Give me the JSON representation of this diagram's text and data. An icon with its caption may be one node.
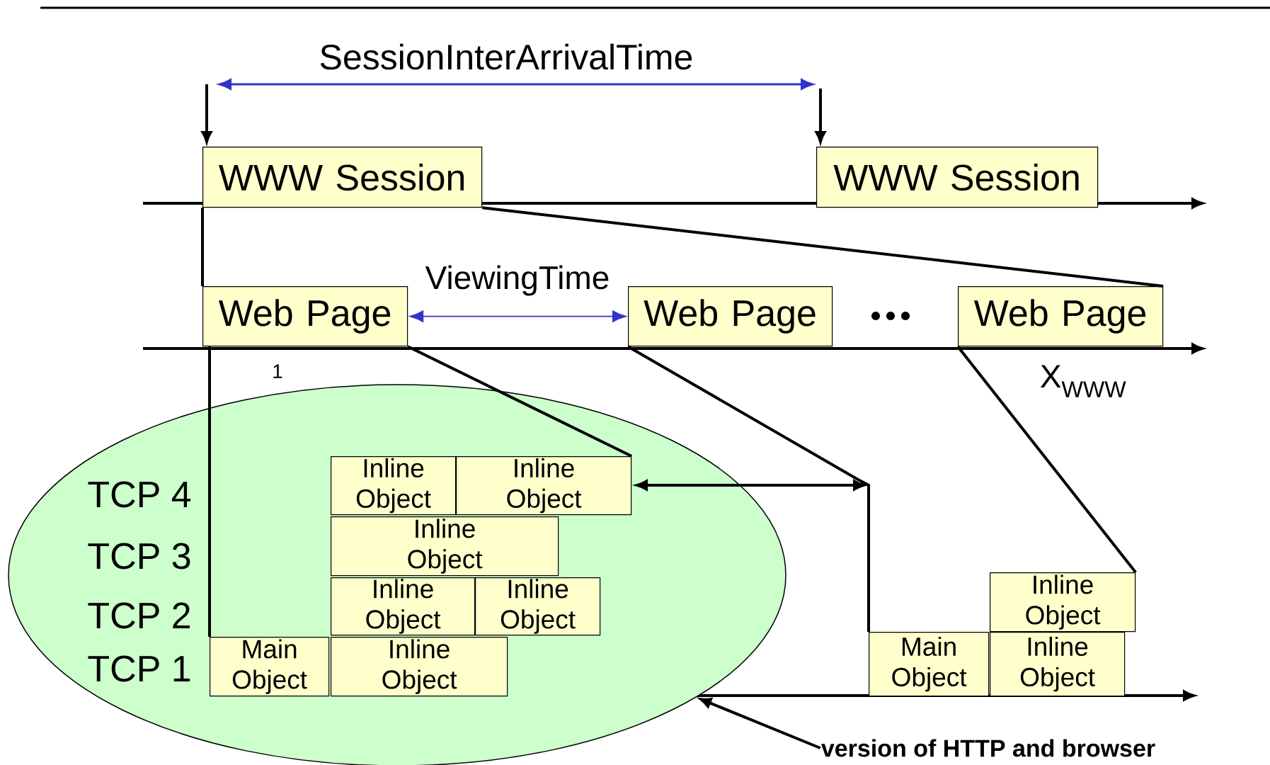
{
  "diagram": {
    "nodes": [
      {
        "text": [
          "WWW Session"
        ]
      },
      {
        "text": [
          "WWW Session"
        ]
      },
      {
        "text": [
          "Web Page"
        ],
        "beside": [
          "1"
        ]
      },
      {
        "text": [
          "Web Page"
        ]
      },
      {
        "text": [
          "Web Page"
        ]
      },
      {
        "text": [],
        "shape": "ellipse"
      },
      {
        "text": [
          "Inline Object"
        ],
        "in": 5
      },
      {
        "text": [
          "Inline Object"
        ],
        "in": 5
      },
      {
        "text": [
          "Inline Object"
        ],
        "in": 5
      },
      {
        "text": [
          "Inline Object"
        ],
        "in": 5
      },
      {
        "text": [
          "Inline Object"
        ],
        "in": 5
      },
      {
        "text": [
          "Main Object"
        ],
        "in": 5
      },
      {
        "text": [
          "Inline Object"
        ],
        "in": 5
      },
      {
        "text": [
          "Inline Object"
        ]
      },
      {
        "text": [
          "Main Object"
        ]
      },
      {
        "text": [
          "Inline Object"
        ]
      },
      {
        "text": [
          "version of HTTP and browser"
        ]
      }
    ],
    "edges": [
      {
        "from": null,
        "to": 0,
        "arrow": "to"
      },
      {
        "from": null,
        "to": 1,
        "arrow": "to"
      },
      {
        "from": 0,
        "to": 2,
        "arrow": "none"
      },
      {
        "from": 0,
        "to": 4,
        "arrow": "none"
      },
      {
        "from": 2,
        "to": 3,
        "arrow": "both",
        "label": "ViewingTime",
        "color": "#3333cc"
      },
      {
        "from": 2,
        "to": 11,
        "arrow": "none"
      },
      {
        "from": 2,
        "to": 7,
        "arrow": "none"
      },
      {
        "from": 3,
        "to": 14,
        "arrow": "none"
      },
      {
        "from": 4,
        "to": 13,
        "arrow": "none"
      },
      {
        "from": 16,
        "to": 5,
        "arrow": "to"
      }
    ],
    "labels": [
      "SessionInterArrivalTime",
      "X$_{WWW}$",
      "TCP 4",
      "TCP 3",
      "TCP 2",
      "TCP 1"
    ]
  }
}
